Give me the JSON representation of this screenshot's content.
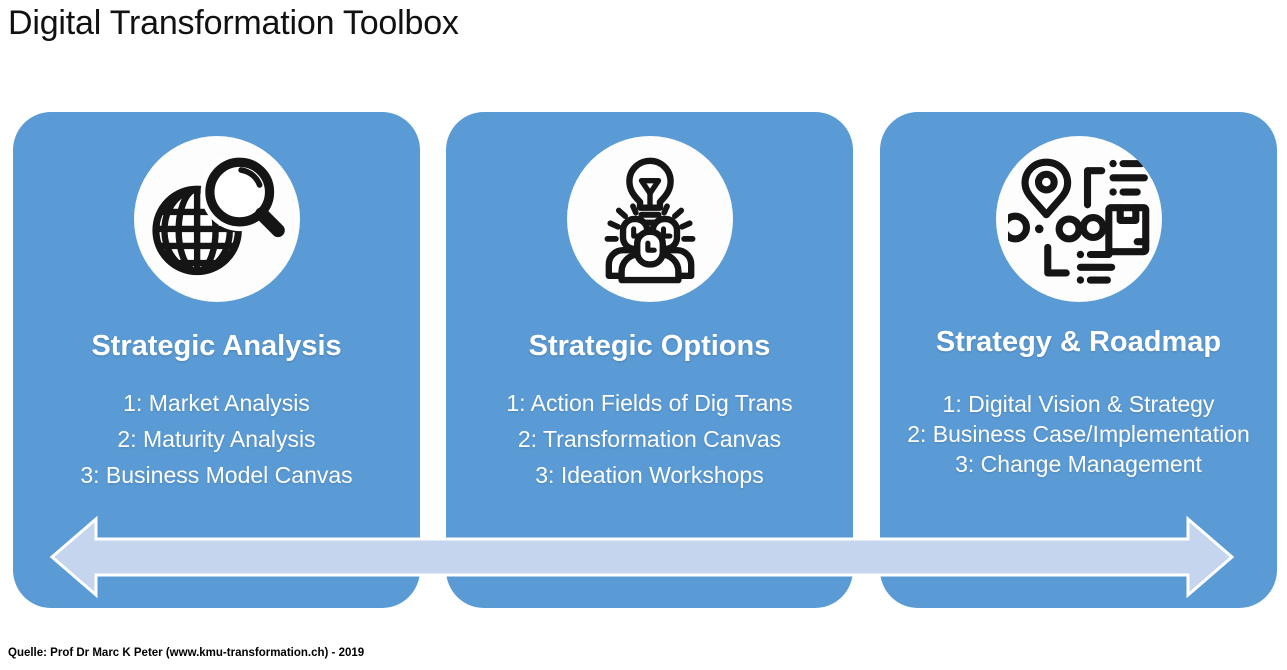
{
  "title": "Digital Transformation Toolbox",
  "source": "Quelle: Prof Dr Marc K Peter (www.kmu-transformation.ch) - 2019",
  "colors": {
    "card_blue": "#5b9bd5",
    "arrow_fill": "#c5d5ed",
    "icon_circle": "#fdfdfd",
    "text_white": "#ffffff",
    "title_black": "#111111"
  },
  "cards": [
    {
      "icon": "globe-magnifier-icon",
      "title": "Strategic Analysis",
      "items": [
        "1: Market Analysis",
        "2: Maturity Analysis",
        "3: Business Model Canvas"
      ]
    },
    {
      "icon": "idea-team-icon",
      "title": "Strategic Options",
      "items": [
        "1: Action Fields of Dig Trans",
        "2: Transformation Canvas",
        "3: Ideation Workshops"
      ]
    },
    {
      "icon": "roadmap-icon",
      "title": "Strategy & Roadmap",
      "items": [
        "1: Digital Vision & Strategy",
        "2: Business Case/Implementation",
        "3: Change Management"
      ]
    }
  ],
  "arrow": {
    "type": "double-headed-horizontal"
  }
}
